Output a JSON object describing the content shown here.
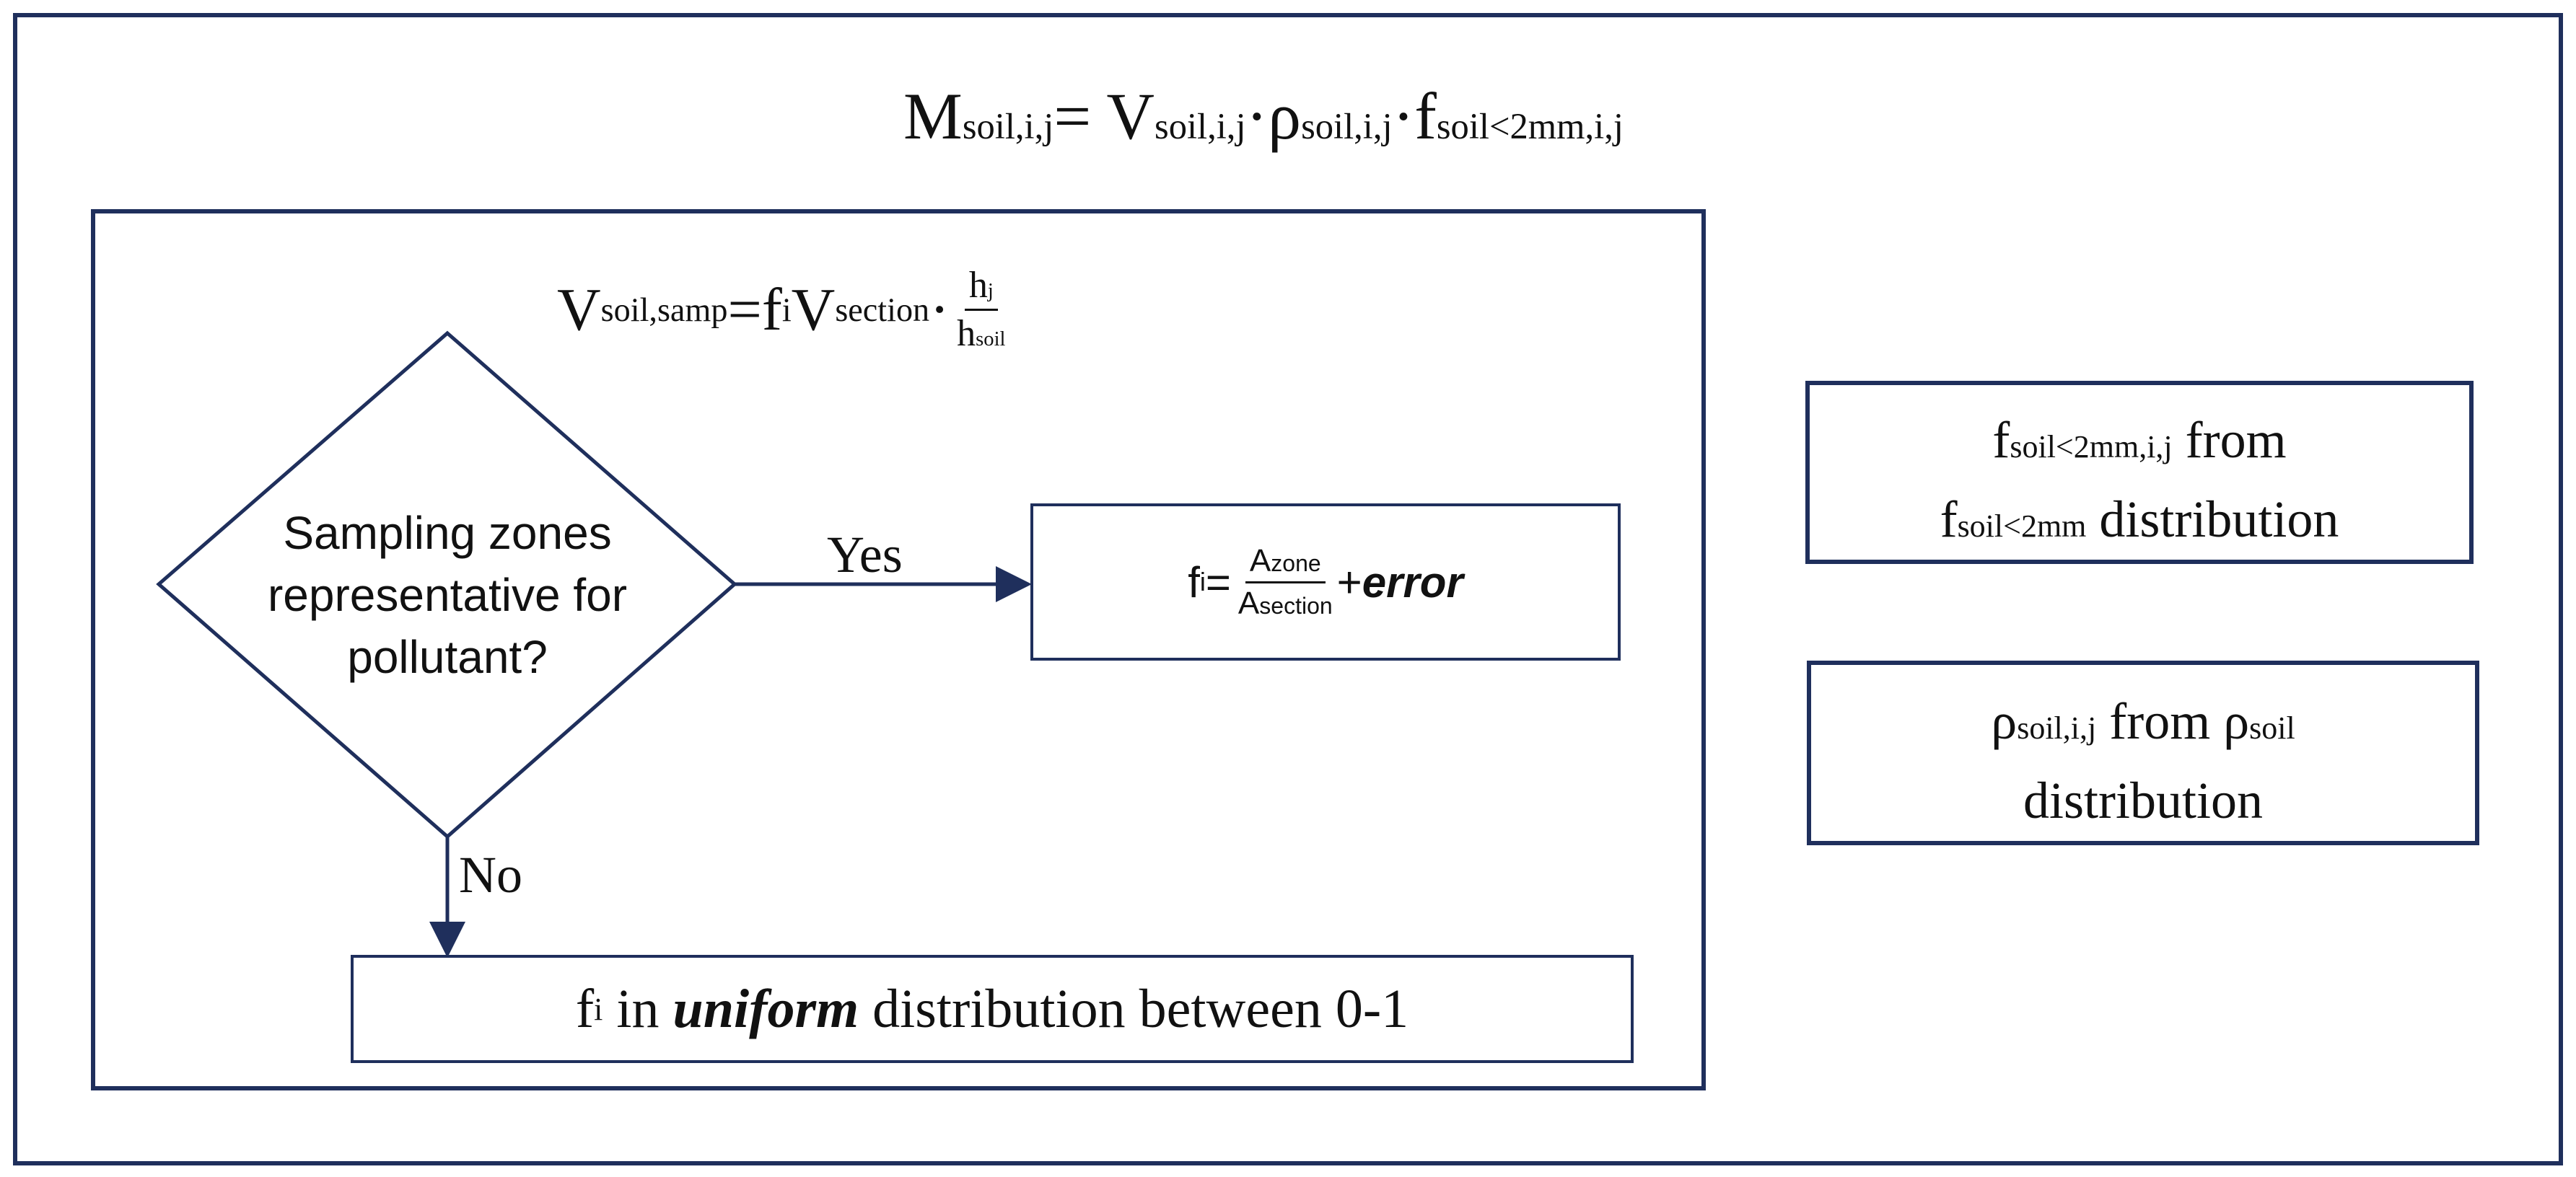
{
  "main_equation": {
    "lhs": "M",
    "lhs_sub": "soil,i,j",
    "eq": "= V",
    "v_sub": "soil,i,j",
    "dot1": "·ρ",
    "rho_sub": "soil,i,j",
    "dot2": "·f",
    "f_sub": "soil<2mm,i,j"
  },
  "volume_equation": {
    "lhs": "V",
    "lhs_sub": "soil,samp",
    "eq": "=f",
    "f_sub": "i",
    "v2": "V",
    "v2_sub": "section",
    "dot": "·",
    "numerator": "h",
    "numerator_sub": "j",
    "denominator": "h",
    "denominator_sub": "soil"
  },
  "decision": {
    "question": "Sampling zones representative for pollutant?",
    "yes_label": "Yes",
    "no_label": "No"
  },
  "yes_result": {
    "lhs": "f",
    "lhs_sub": "i",
    "eq": "=",
    "numerator": "A",
    "numerator_sub": "zone",
    "denominator": "A",
    "denominator_sub": "section",
    "plus": "+",
    "error": "error"
  },
  "no_result": {
    "f": "f",
    "f_sub": "i",
    "text1": " in ",
    "emphasis": "uniform",
    "text2": " distribution between 0-1"
  },
  "right_boxes": {
    "fraction_box": {
      "f1": "f",
      "f1_sub": "soil<2mm,i,j",
      "from": " from",
      "f2": "f",
      "f2_sub": "soil<2mm",
      "distribution": " distribution"
    },
    "density_box": {
      "r1": "ρ",
      "r1_sub": "soil,i,j",
      "from": " from ",
      "r2": "ρ",
      "r2_sub": "soil",
      "distribution": "distribution"
    }
  },
  "colors": {
    "border": "#1f2f5c",
    "arrow": "#1f2f5c",
    "text": "#111111"
  }
}
